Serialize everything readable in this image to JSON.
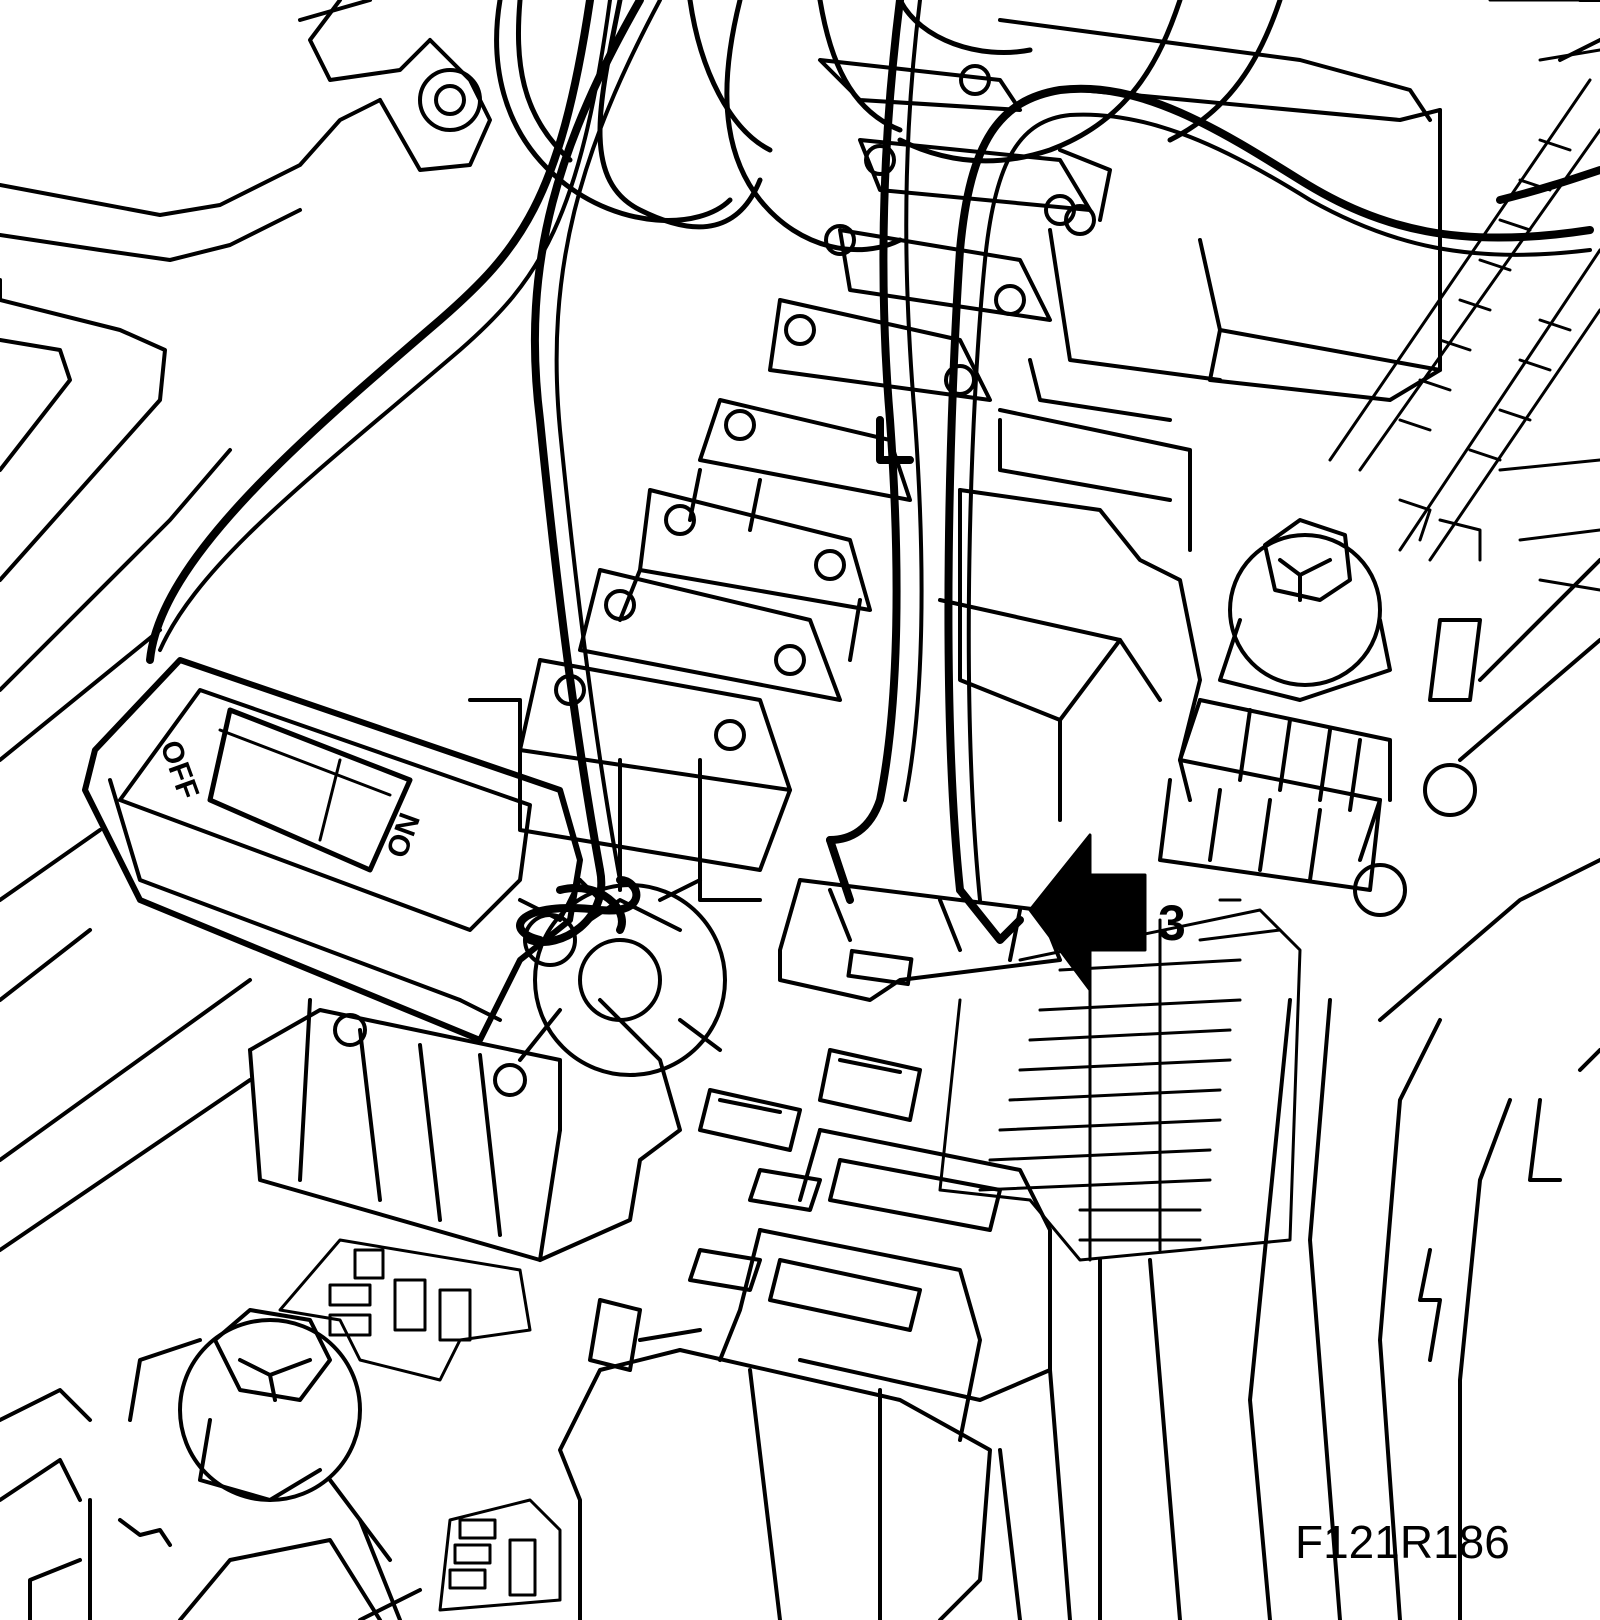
{
  "figure": {
    "id_label": "F121R186",
    "callout_number": "3",
    "switch": {
      "off_label": "OFF",
      "on_label": "ON"
    }
  },
  "colors": {
    "ink": "#000000",
    "paper": "#ffffff"
  }
}
